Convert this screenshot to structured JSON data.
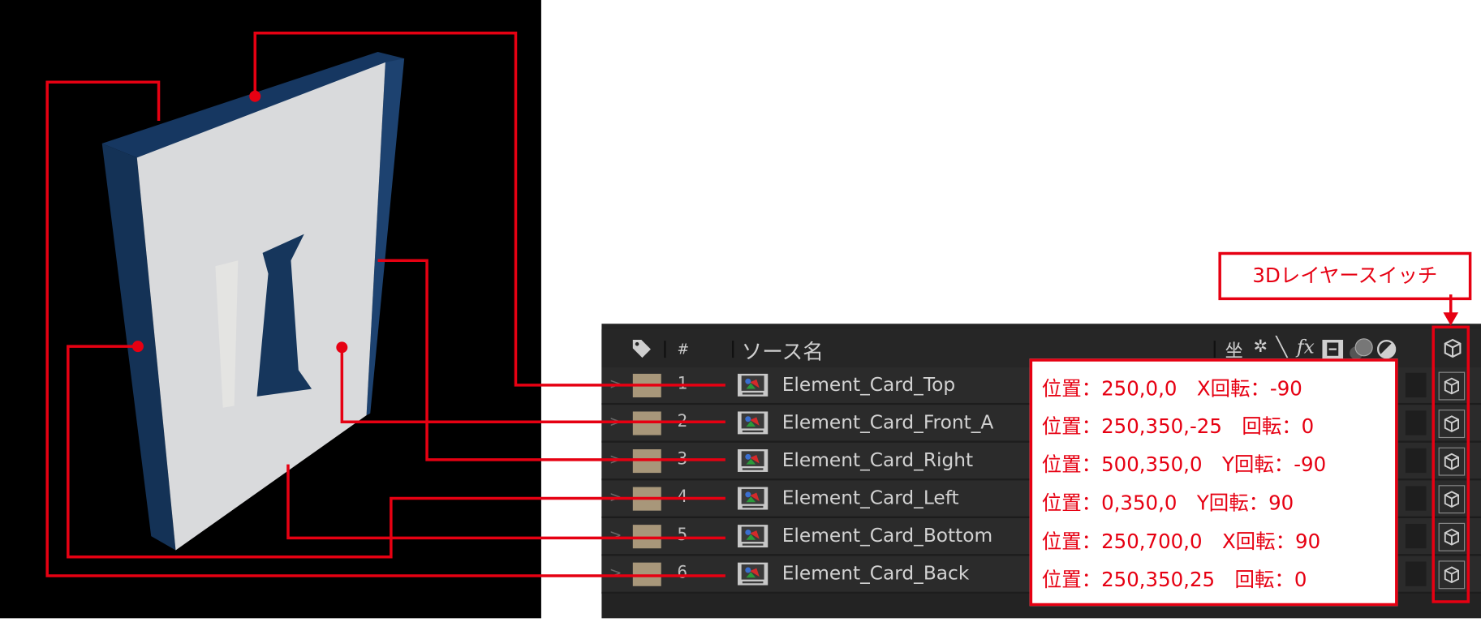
{
  "header": {
    "number_label": "#",
    "source_name_label": "ソース名"
  },
  "header_icons": [
    "tag-icon",
    "shy-icon",
    "collapse-icon",
    "quality-icon",
    "fx-icon",
    "frame-blend-icon",
    "motion-blur-icon",
    "adjustment-layer-icon",
    "3d-layer-icon"
  ],
  "layers": [
    {
      "number": "1",
      "name": "Element_Card_Top",
      "annotation": "位置：250,0,0　X回転：-90"
    },
    {
      "number": "2",
      "name": "Element_Card_Front_A",
      "annotation": "位置：250,350,-25　回転：0"
    },
    {
      "number": "3",
      "name": "Element_Card_Right",
      "annotation": "位置：500,350,0　Y回転：-90"
    },
    {
      "number": "4",
      "name": "Element_Card_Left",
      "annotation": "位置：0,350,0　Y回転：90"
    },
    {
      "number": "5",
      "name": "Element_Card_Bottom",
      "annotation": "位置：250,700,0　X回転：90"
    },
    {
      "number": "6",
      "name": "Element_Card_Back",
      "annotation": "位置：250,350,25　回転：0"
    }
  ],
  "callout_label": "3Dレイヤースイッチ",
  "colors": {
    "accent_red": "#e60012",
    "card_navy": "#16365c",
    "card_face": "#d9dadc",
    "label_color": "#a8977a",
    "panel_bg": "#232323"
  }
}
